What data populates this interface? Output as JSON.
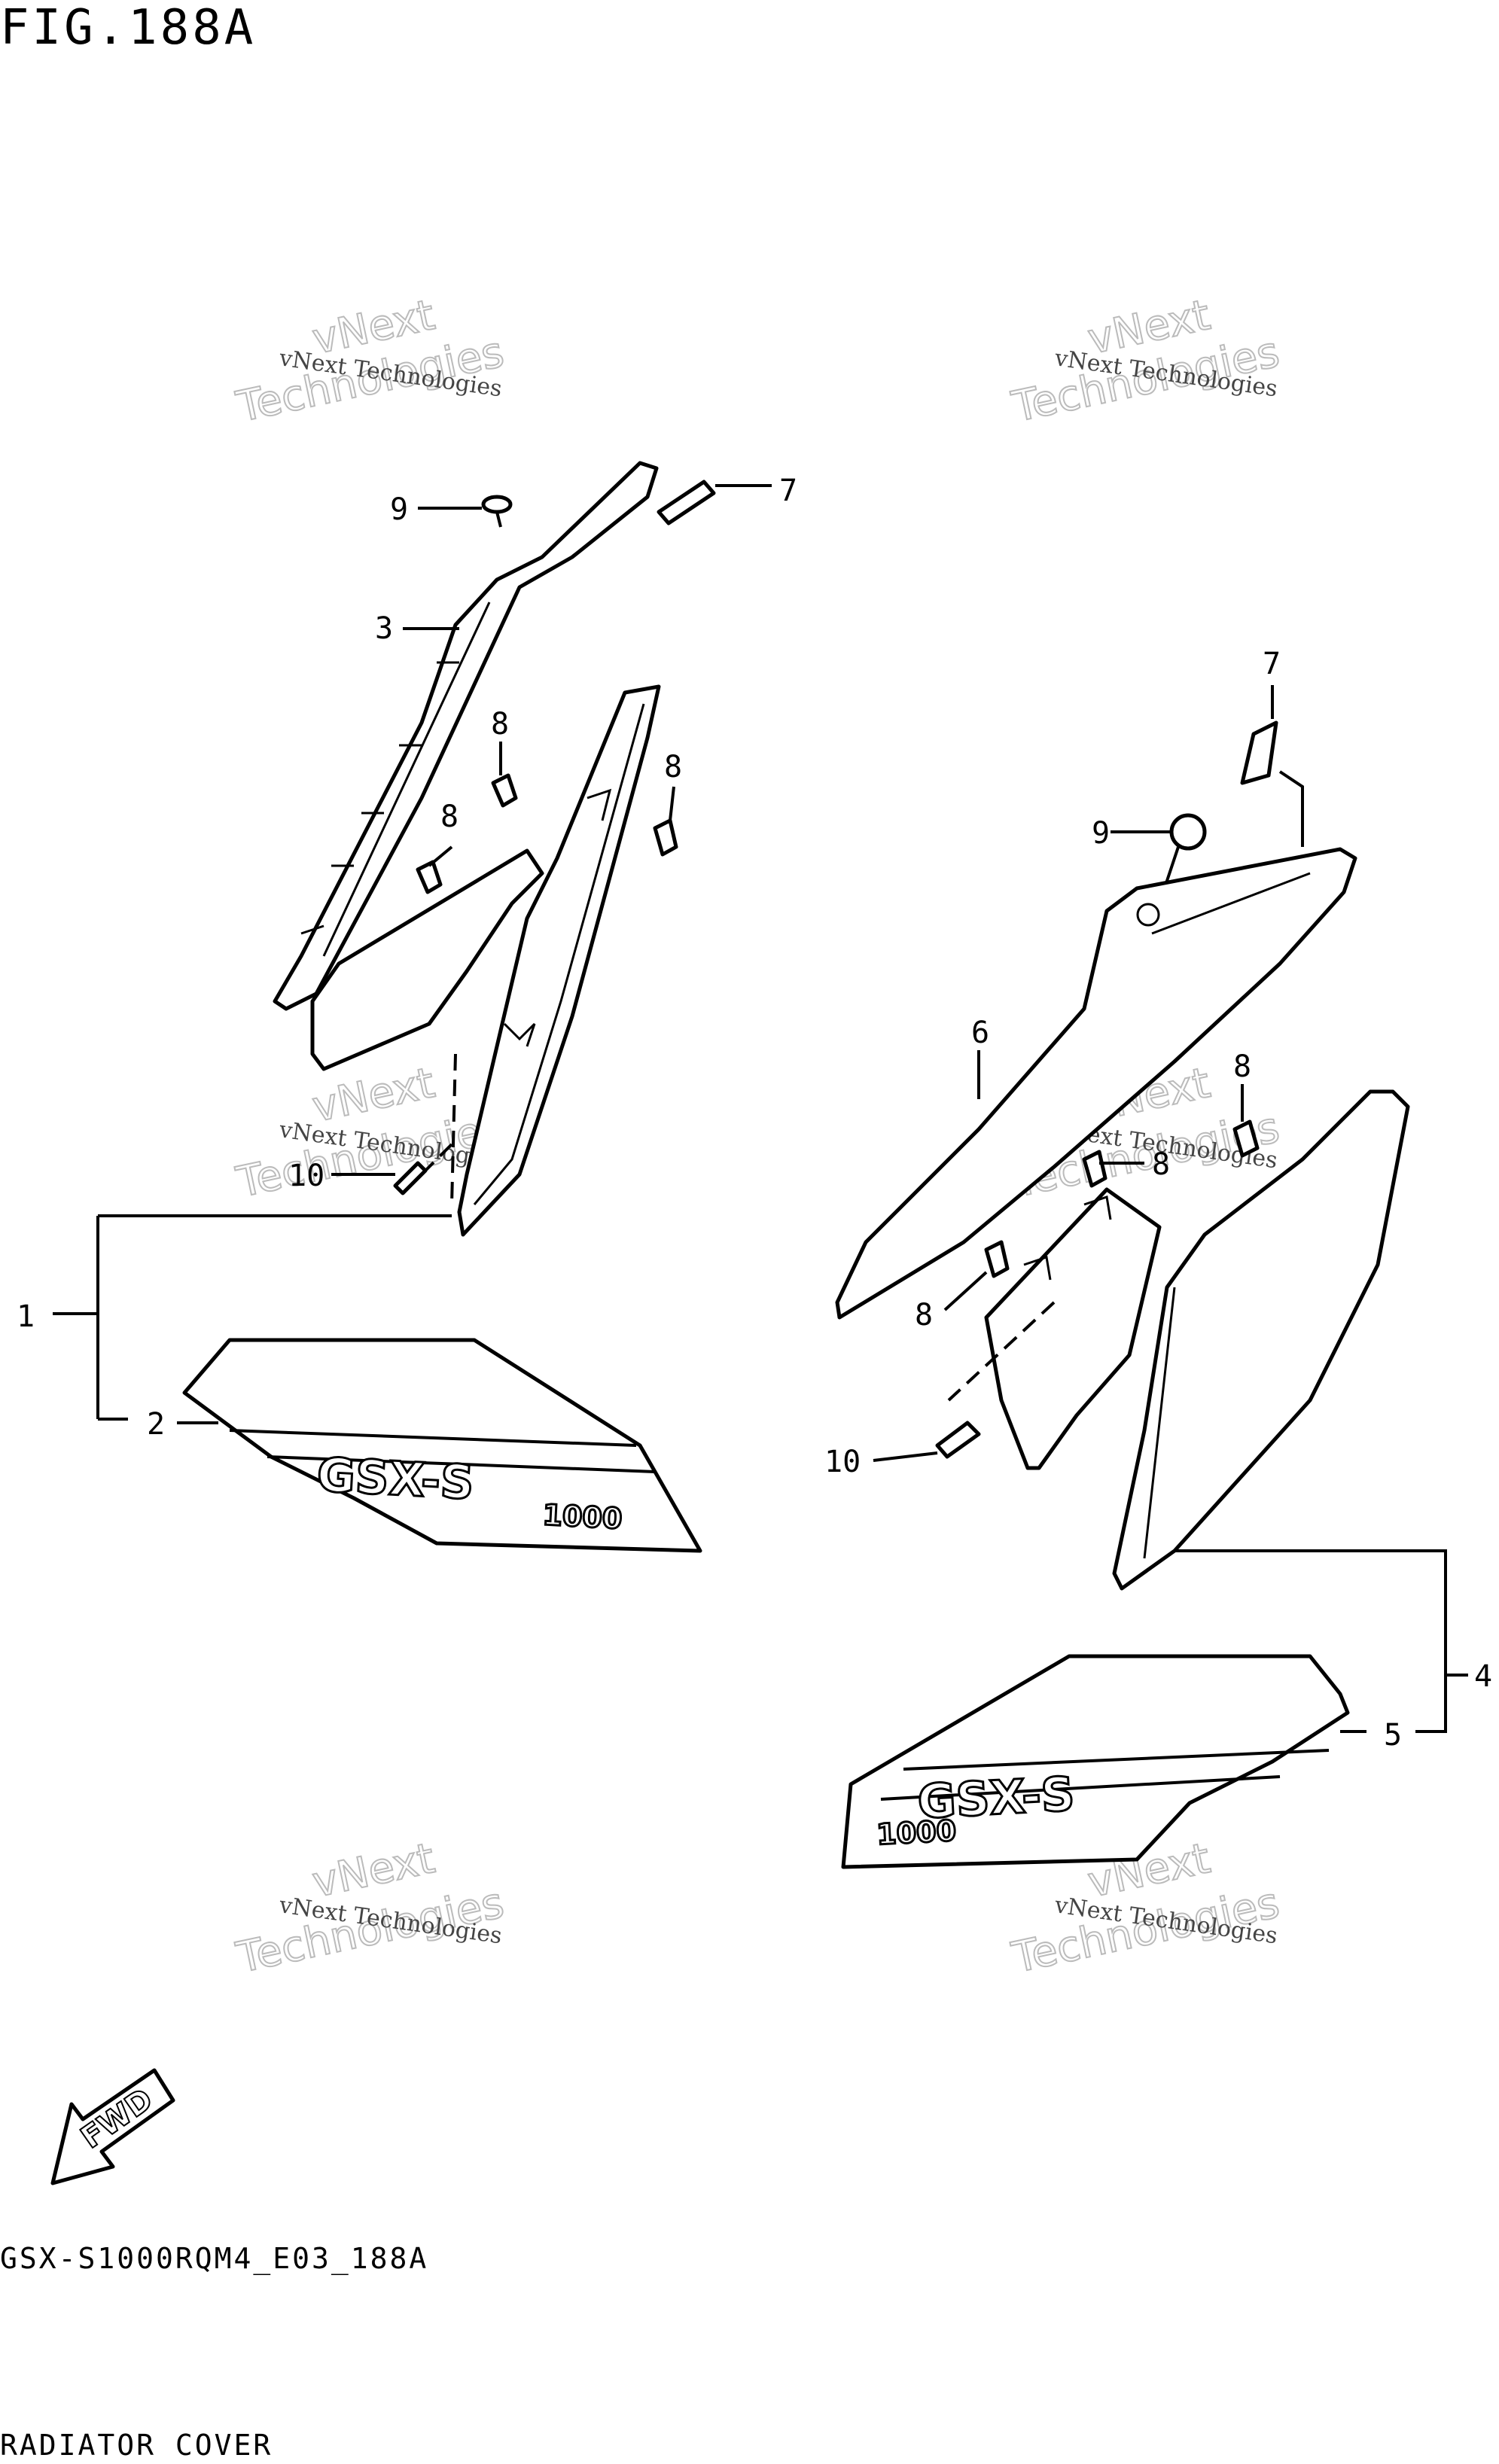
{
  "figure": {
    "title": "FIG.188A"
  },
  "callouts": {
    "c1": "1",
    "c2": "2",
    "c3": "3",
    "c4": "4",
    "c5": "5",
    "c6": "6",
    "c7a": "7",
    "c7b": "7",
    "c8a": "8",
    "c8b": "8",
    "c8c": "8",
    "c8d": "8",
    "c8e": "8",
    "c9a": "9",
    "c9b": "9",
    "c10a": "10",
    "c10b": "10"
  },
  "watermark": {
    "line1": "vNext Technologies",
    "line2": "vNext",
    "line3": "Technologies"
  },
  "decal": {
    "model": "GSX-S",
    "displacement": "1000"
  },
  "fwd_label": "FWD",
  "footer": {
    "code": "GSX-S1000RQM4_E03_188A",
    "name": "RADIATOR COVER"
  }
}
